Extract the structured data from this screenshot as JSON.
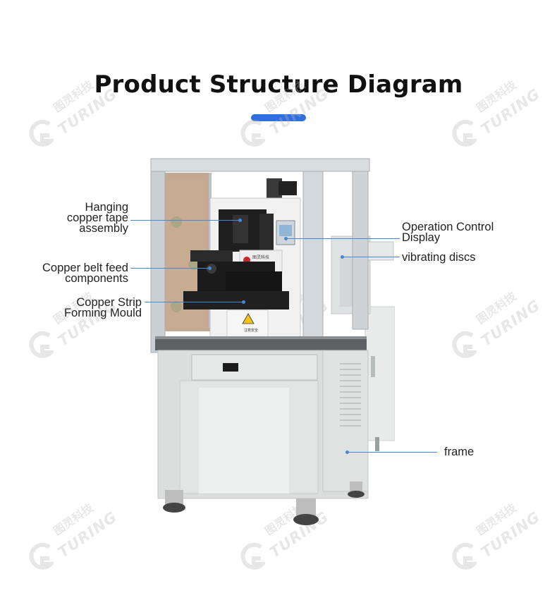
{
  "title": "Product Structure Diagram",
  "accent_color": "#2f6fe0",
  "leader_color": "#4a86d8",
  "watermark": {
    "cn": "图灵科技",
    "en": "TURING"
  },
  "labels": {
    "hanging": [
      "Hanging",
      "copper tape",
      "assembly"
    ],
    "belt_feed": [
      "Copper belt feed",
      "components"
    ],
    "strip_mould": [
      "Copper Strip",
      "Forming Mould"
    ],
    "control_display": [
      "Operation Control",
      "Display"
    ],
    "vibrating": [
      "vibrating discs"
    ],
    "frame": [
      "frame"
    ]
  },
  "machine_badges": {
    "logo_text": "图灵科技",
    "warning_text": "注意安全"
  }
}
